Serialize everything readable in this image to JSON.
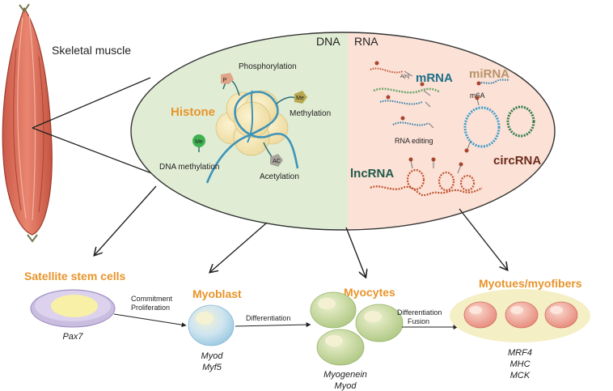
{
  "tissue": {
    "label": "Skeletal muscle"
  },
  "regions": {
    "dna": "DNA",
    "rna": "RNA"
  },
  "dna_side": {
    "histone": "Histone",
    "phosphorylation": "Phosphorylation",
    "methylation": "Methylation",
    "acetylation": "Acetylation",
    "dna_methylation": "DNA methylation",
    "tag_p": "P",
    "tag_me": "Me",
    "tag_ac": "AC",
    "tag_dna_me": "Me"
  },
  "rna_side": {
    "mrna": "mRNA",
    "mirna": "miRNA",
    "m6a": "m6A",
    "circrna": "circRNA",
    "lncrna": "lncRNA",
    "rna_editing": "RNA editing",
    "poly_a": "A(n)"
  },
  "stages": {
    "satellite": {
      "title": "Satellite stem cells",
      "markers": [
        "Pax7"
      ]
    },
    "myoblast": {
      "title": "Myoblast",
      "markers": [
        "Myod",
        "Myf5"
      ]
    },
    "myocytes": {
      "title": "Myocytes",
      "markers": [
        "Myogenein",
        "Myod"
      ]
    },
    "myotubes": {
      "title": "Myotues/myofibers",
      "markers": [
        "MRF4",
        "MHC",
        "MCK"
      ]
    }
  },
  "transitions": {
    "t1": [
      "Commitment",
      "Proliferation"
    ],
    "t2": [
      "Differentiation"
    ],
    "t3": [
      "Differentiation",
      "Fusion"
    ]
  },
  "colors": {
    "accent": "#e8942a",
    "dna_bg": "#e0edd4",
    "rna_bg": "#fbe1d6",
    "muscle": "#e07560",
    "mrna": "#1d6f8a",
    "mirna": "#b7946a",
    "circrna": "#6b2b1c",
    "lncrna": "#1d5a4a"
  }
}
